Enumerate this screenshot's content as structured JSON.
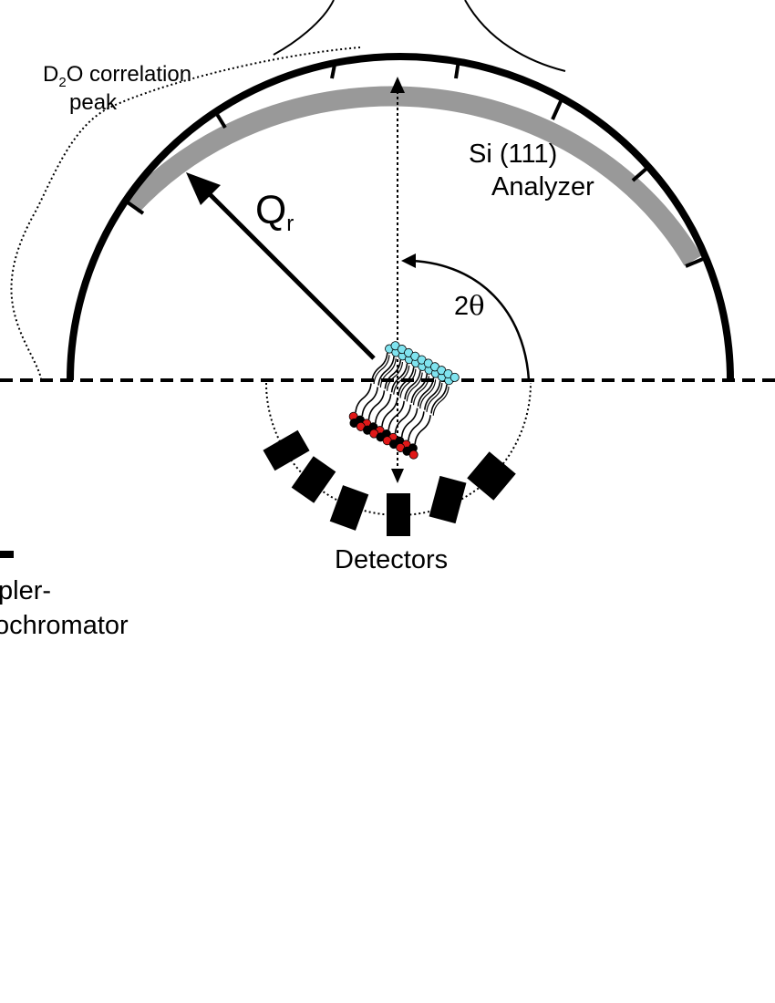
{
  "labels": {
    "d2o_line1_d": "D",
    "d2o_line1_sub": "2",
    "d2o_line1_rest": "O correlation",
    "d2o_line2": "peak",
    "analyzer_line1": "Si (111)",
    "analyzer_line2": "Analyzer",
    "q_main": "Q",
    "q_sub": "r",
    "angle_digit": "2",
    "angle_symbol": "θ",
    "detectors": "Detectors",
    "chopper_line1": "pler-",
    "chopper_line2": "ochromator"
  },
  "colors": {
    "line": "#000000",
    "analyzer_crystal": "#999999",
    "headgroup_top": "#7fe3ef",
    "headgroup_bottom": "#e01818",
    "headgroup_bottom_alt": "#000000"
  }
}
